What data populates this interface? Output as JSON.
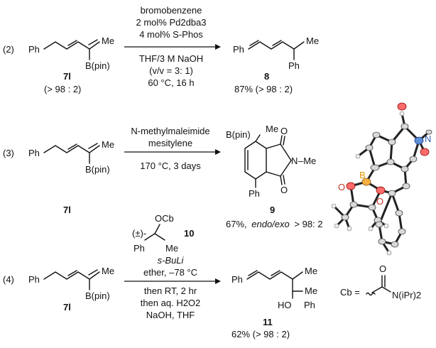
{
  "entries": [
    {
      "index": "(2)",
      "reactant": {
        "label": "7l",
        "ratio": "(> 98 : 2)",
        "ph": "Ph",
        "me": "Me",
        "bpin": "B(pin)"
      },
      "reagents_above": [
        "bromobenzene",
        "2 mol% Pd2dba3",
        "4 mol% S-Phos"
      ],
      "reagents_below": [
        "THF/3 M NaOH",
        "(v/v = 3: 1)",
        "60 °C, 16 h"
      ],
      "product": {
        "label": "8",
        "yield": "87% (> 98 : 2)",
        "ph": "Ph",
        "me": "Me",
        "ph2": "Ph"
      }
    },
    {
      "index": "(3)",
      "reactant": {
        "label": "7l",
        "ph": "Ph",
        "me": "Me",
        "bpin": "B(pin)"
      },
      "reagents_above": [
        "N-methylmaleimide",
        "mesitylene"
      ],
      "reagents_below": [
        "170 °C, 3 days"
      ],
      "product": {
        "label": "9",
        "yield_prefix": "67%,",
        "yield_italic": "endo/exo",
        "yield_suffix": "> 98: 2",
        "bpin": "B(pin)",
        "me": "Me",
        "n": "N",
        "nme": "–Me",
        "o1": "O",
        "o2": "O",
        "ph": "Ph"
      },
      "xray": {
        "b": "B",
        "n": "N",
        "o": "O"
      }
    },
    {
      "index": "(4)",
      "reactant": {
        "label": "7l",
        "ph": "Ph",
        "me": "Me",
        "bpin": "B(pin)"
      },
      "carbamate": {
        "prefix": "(±)-",
        "ocb": "OCb",
        "ph": "Ph",
        "me": "Me",
        "label": "10"
      },
      "reagents_above": [
        "s-BuLi",
        "ether, –78 °C"
      ],
      "reagents_below": [
        "then RT, 2 hr",
        "then aq. H2O2",
        "NaOH, THF"
      ],
      "product": {
        "label": "11",
        "yield": "62% (> 98 : 2)",
        "ph": "Ph",
        "me1": "Me",
        "me2": "Me",
        "ho": "HO",
        "ph2": "Ph"
      },
      "cb_def": {
        "lhs": "Cb =",
        "o": "O",
        "n": "N(iPr)2"
      }
    }
  ]
}
